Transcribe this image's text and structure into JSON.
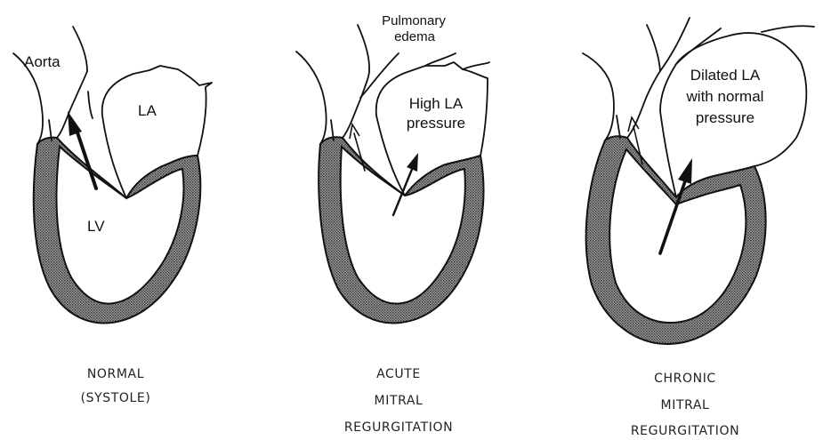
{
  "panels": [
    {
      "inner_labels": {
        "aorta": "Aorta",
        "la": "LA",
        "lv": "LV"
      },
      "caption": {
        "line1": "NORMAL",
        "line2": "(SYSTOLE)"
      }
    },
    {
      "inner_labels": {
        "edema_line1": "Pulmonary",
        "edema_line2": "edema",
        "la_line1": "High LA",
        "la_line2": "pressure"
      },
      "caption": {
        "line1": "ACUTE",
        "line2": "MITRAL",
        "line3": "REGURGITATION"
      }
    },
    {
      "inner_labels": {
        "la_line1": "Dilated LA",
        "la_line2": "with normal",
        "la_line3": "pressure"
      },
      "caption": {
        "line1": "CHRONIC",
        "line2": "MITRAL",
        "line3": "REGURGITATION"
      }
    }
  ]
}
